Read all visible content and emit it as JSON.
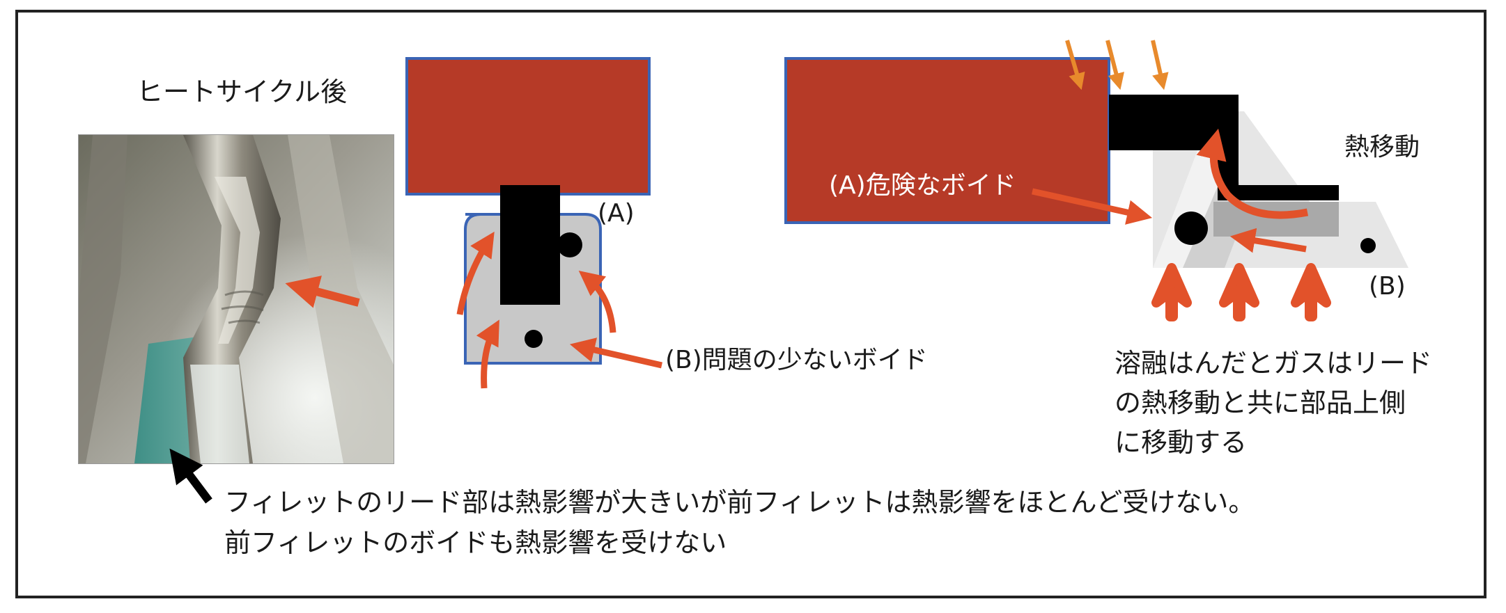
{
  "photo_caption": "ヒートサイクル後",
  "left_diagram": {
    "label_a": "(A)",
    "label_b": "(B)問題の少ないボイド"
  },
  "right_diagram": {
    "heat_transfer_label": "熱移動",
    "label_a": "(A)危険なボイド",
    "label_b": "(B)",
    "explanation": [
      "溶融はんだとガスはリード",
      "の熱移動と共に部品上側",
      "に移動する"
    ]
  },
  "bottom_caption": [
    "フィレットのリード部は熱影響が大きいが前フィレットは熱影響をほとんど受けない。",
    "前フィレットのボイドも熱影響を受けない"
  ],
  "colors": {
    "component_red": "#b63a27",
    "component_border": "#3a64b5",
    "arrow_orange": "#e2522a",
    "heat_arrow_orange": "#e88a2c",
    "solder_gray": "#c8c8c8",
    "lead_black": "#000000"
  }
}
